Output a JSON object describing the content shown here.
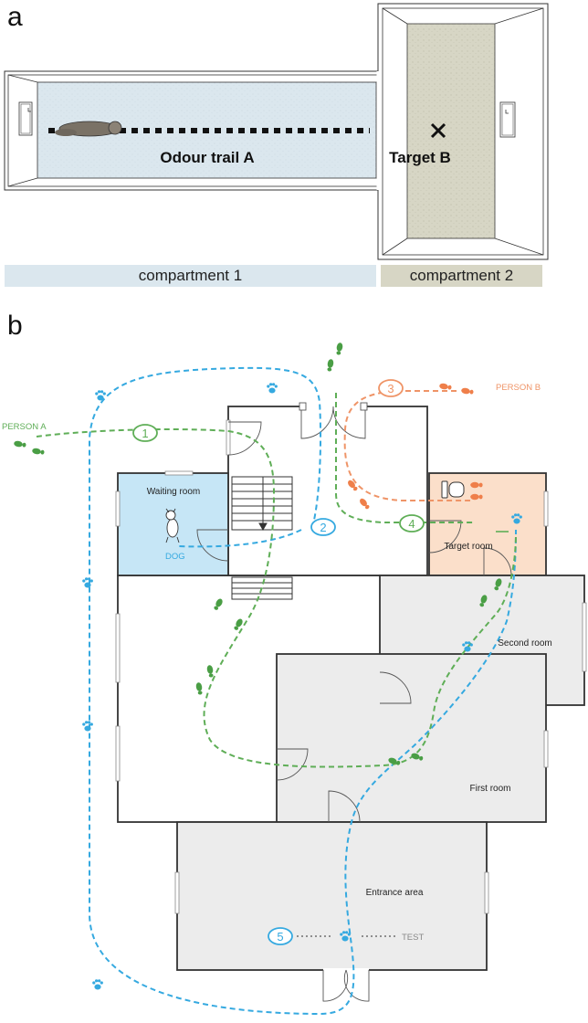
{
  "panel_a": {
    "letter": "a",
    "trail_label": "Odour trail A",
    "target_label": "Target B",
    "compartment_1": "compartment 1",
    "compartment_2": "compartment 2",
    "colors": {
      "compartment_1": "#dbe7ee",
      "compartment_2": "#d7d6c5"
    }
  },
  "panel_b": {
    "letter": "b",
    "rooms": {
      "waiting_room": "Waiting room",
      "target_room": "Target room",
      "second_room": "Second room",
      "first_room": "First room",
      "entrance_area": "Entrance area"
    },
    "labels": {
      "person_a": "PERSON A",
      "person_b": "PERSON B",
      "dog": "DOG",
      "test": "TEST"
    },
    "steps": [
      "1",
      "2",
      "3",
      "4",
      "5"
    ],
    "colors": {
      "person_a": "#5fae57",
      "person_b": "#ef9467",
      "dog": "#35a9e0",
      "waiting_room": "#c6e6f6",
      "target_room": "#fbdfca",
      "grey_rooms": "#ececec"
    },
    "icons": [
      "footprint-icon",
      "paw-print-icon",
      "dog-icon",
      "toilet-icon",
      "cross-icon"
    ]
  }
}
